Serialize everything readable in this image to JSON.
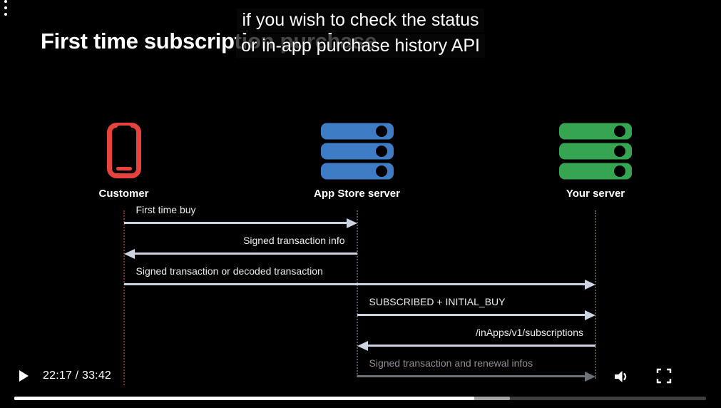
{
  "video": {
    "title": "First time subscription purchase",
    "caption_lines": [
      "if you wish to check the status",
      "or in-app purchase history API"
    ]
  },
  "diagram": {
    "actors": [
      {
        "id": "customer",
        "label": "Customer",
        "icon": "phone-icon",
        "color": "#e8423c",
        "lifeline_color": "#7b2b24"
      },
      {
        "id": "appstore",
        "label": "App Store server",
        "icon": "server-icon",
        "color": "#3e7dc6",
        "lifeline_color": "#4a5a6e"
      },
      {
        "id": "yourserver",
        "label": "Your server",
        "icon": "server-icon",
        "color": "#35a551",
        "lifeline_color": "#3c6144"
      }
    ],
    "messages": [
      {
        "label": "First time buy",
        "from": "customer",
        "to": "appstore",
        "dimmed": false
      },
      {
        "label": "Signed transaction info",
        "from": "appstore",
        "to": "customer",
        "dimmed": false
      },
      {
        "label": "Signed transaction or decoded transaction",
        "from": "customer",
        "to": "yourserver",
        "dimmed": false
      },
      {
        "label": "SUBSCRIBED + INITIAL_BUY",
        "from": "appstore",
        "to": "yourserver",
        "dimmed": false
      },
      {
        "label": "/inApps/v1/subscriptions",
        "from": "yourserver",
        "to": "appstore",
        "dimmed": false
      },
      {
        "label": "Signed transaction and renewal infos",
        "from": "appstore",
        "to": "yourserver",
        "dimmed": true
      }
    ],
    "arrow_color": "#ccd3e2",
    "arrow_dim_color": "#6d7278"
  },
  "player": {
    "time": "22:17 / 33:42",
    "progress": {
      "played_fraction": 0.665,
      "buffered_fraction": 0.716
    },
    "icons": {
      "play": "play-icon",
      "volume": "volume-icon",
      "fullscreen": "fullscreen-icon",
      "menu": "kebab-menu-icon"
    }
  }
}
